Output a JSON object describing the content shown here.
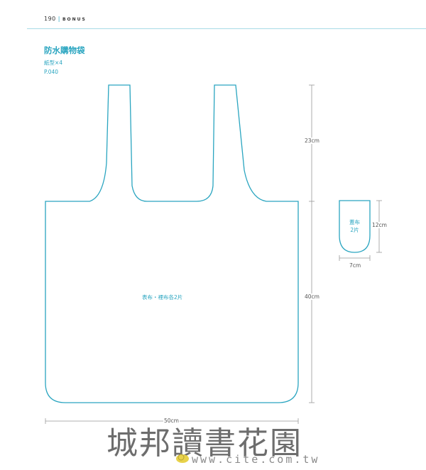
{
  "header": {
    "page_number": "190",
    "section": "BONUS"
  },
  "pattern": {
    "title": "防水購物袋",
    "paper_pattern": "紙型×4",
    "page_ref": "P.040"
  },
  "main_piece": {
    "label": "表布・裡布各2片",
    "dim_handle_height": "23cm",
    "dim_body_height": "40cm",
    "dim_width": "50cm"
  },
  "flap_piece": {
    "label_line1": "蓋布",
    "label_line2": "2片",
    "dim_height": "12cm",
    "dim_width": "7cm"
  },
  "watermark": {
    "text": "城邦讀書花園",
    "url": "www.cite.com.tw"
  },
  "colors": {
    "accent": "#2aa5c0",
    "rule": "#a8dbe6",
    "dim_line": "#999999"
  }
}
